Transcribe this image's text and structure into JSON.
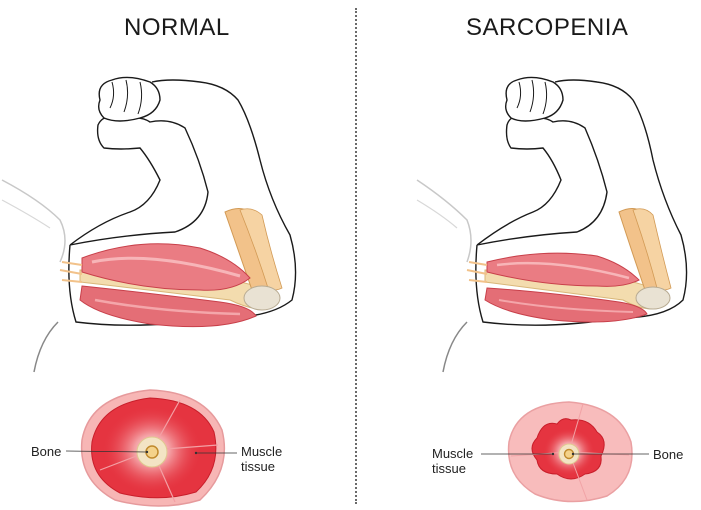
{
  "panels": {
    "normal": {
      "title": "NORMAL",
      "labels": {
        "bone": "Bone",
        "muscle": "Muscle tissue"
      }
    },
    "sarcopenia": {
      "title": "SARCOPENIA",
      "labels": {
        "bone": "Bone",
        "muscle": "Muscle tissue"
      }
    }
  },
  "colors": {
    "muscle_dark": "#d9232f",
    "muscle_light": "#f08a8f",
    "skin_outline": "#1a1a1a",
    "bone": "#f3dcae",
    "tendon": "#f2c28a"
  }
}
